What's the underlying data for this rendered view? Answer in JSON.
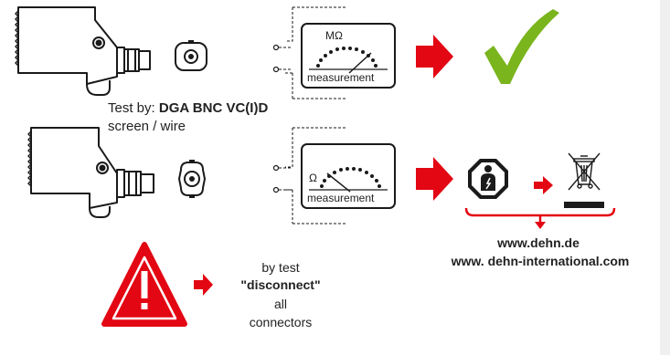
{
  "test_by": {
    "prefix": "Test by: ",
    "device": "DGA BNC VC(I)D"
  },
  "mode_label": "screen / wire",
  "meter_top": {
    "unit": "MΩ",
    "label": "measurement"
  },
  "meter_bottom": {
    "unit": "Ω",
    "label": "measurement"
  },
  "websites": [
    "www.dehn.de",
    "www. dehn-international.com"
  ],
  "warning": {
    "line1": "by test",
    "line2": "\"disconnect\"",
    "line3": "all",
    "line4": "connectors"
  },
  "colors": {
    "arrow_red": "#e30613",
    "check_green": "#7ab51d",
    "outline": "#1a1a1a",
    "bracket_red": "#e30613"
  },
  "icons": [
    "surge-arrester-top",
    "bnc-connector-top",
    "surge-arrester-bottom",
    "bnc-connector-bottom",
    "meter-top",
    "meter-bottom",
    "green-checkmark",
    "service-technician-icon",
    "weee-disposal-icon",
    "warning-triangle-icon"
  ]
}
